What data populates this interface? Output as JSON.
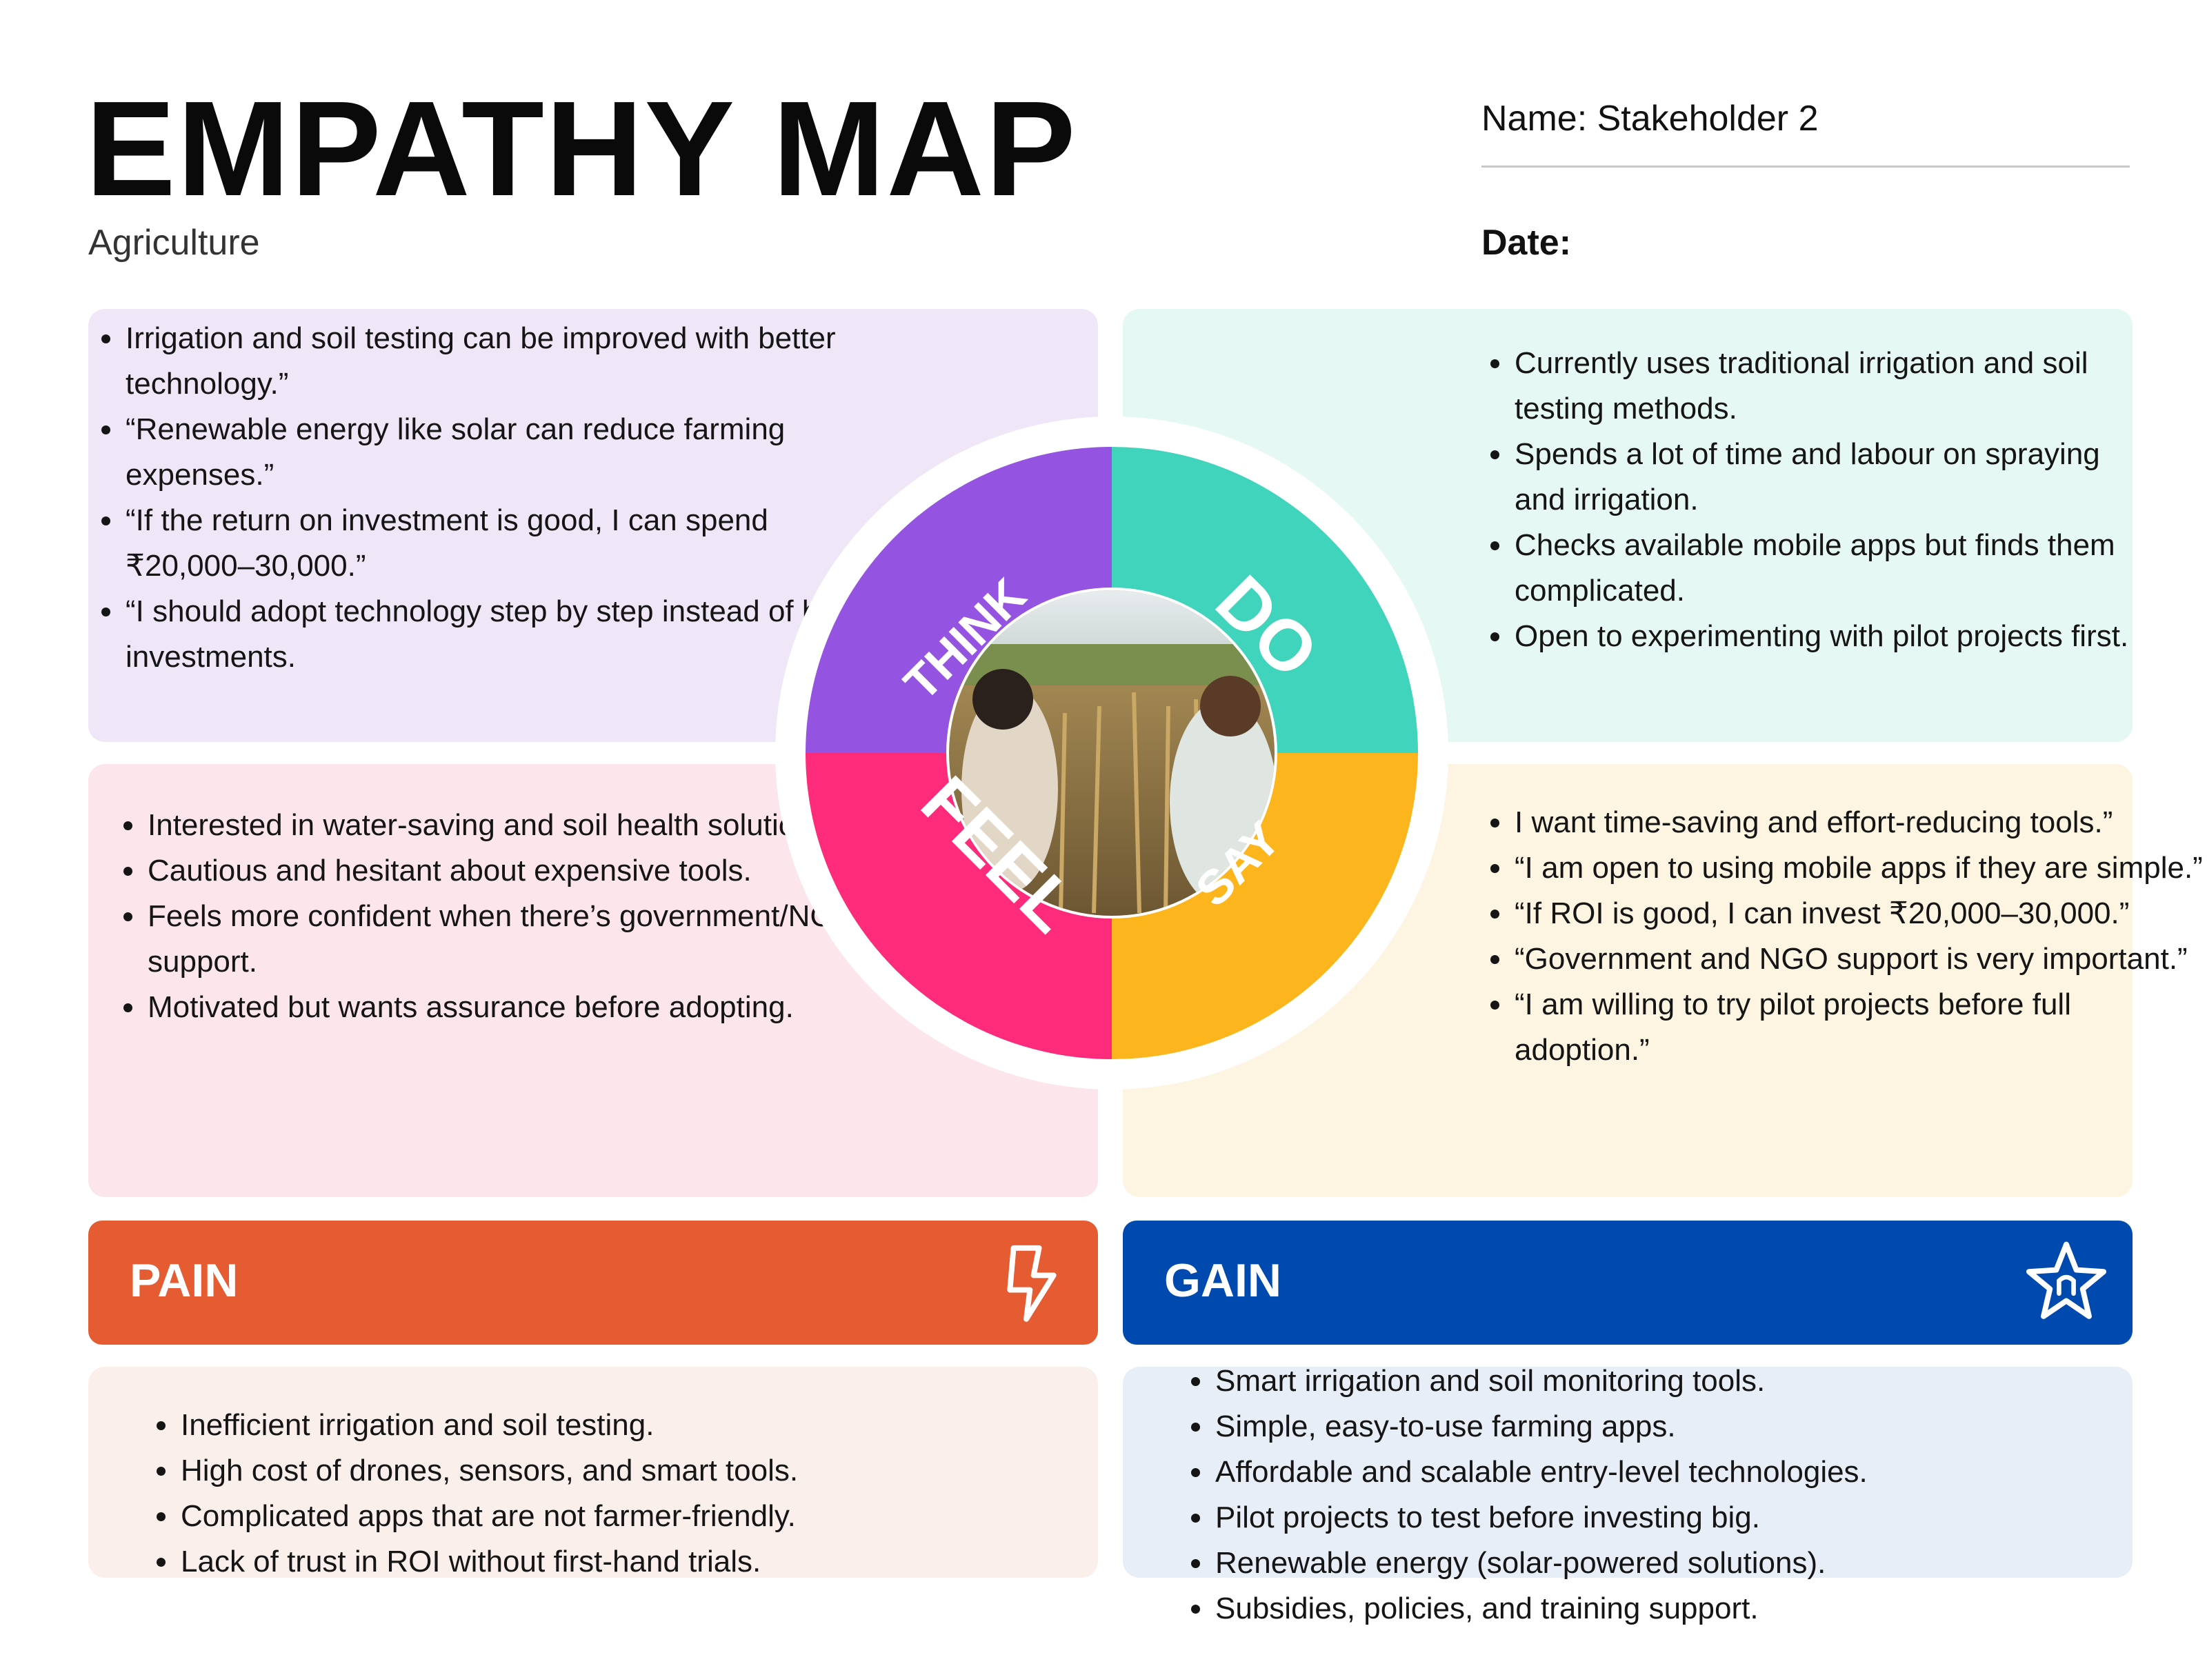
{
  "header": {
    "title": "EMPATHY MAP",
    "subtitle": "Agriculture",
    "name_line": "Name: Stakeholder 2",
    "date_label": "Date:"
  },
  "wheel": {
    "think_label": "THINK",
    "do_label": "DO",
    "feel_label": "FEEL",
    "say_label": "SAY",
    "colors": {
      "think": "#9453e0",
      "do": "#40d4bc",
      "feel": "#fe2a7a",
      "say": "#fdb51d"
    }
  },
  "think": {
    "items": [
      "Irrigation and soil testing can be improved with better technology.”",
      "“Renewable energy like solar can reduce farming expenses.”",
      "“If the return on investment is good, I can spend ₹20,000–30,000.”",
      "“I should adopt technology step by step instead of big investments."
    ]
  },
  "do": {
    "items": [
      "Currently uses traditional irrigation and soil testing methods.",
      "Spends a lot of time and labour on spraying and irrigation.",
      "Checks available mobile apps but finds them complicated.",
      "Open to experimenting with pilot projects first."
    ]
  },
  "feel": {
    "items": [
      "Interested in water-saving and soil health solutions.",
      "Cautious and hesitant about expensive tools.",
      "Feels more confident when there’s government/NGO support.",
      "Motivated but wants assurance before adopting."
    ]
  },
  "say": {
    "items": [
      "I want time-saving and effort-reducing tools.”",
      "“I am open to using mobile apps if they are simple.”",
      "“If ROI is good, I can invest ₹20,000–30,000.”",
      "“Government and NGO support is very important.”",
      "“I am willing to try pilot projects before full adoption.”"
    ]
  },
  "pain": {
    "label": "PAIN",
    "icon": "lightning-bolt-icon",
    "items": [
      "Inefficient irrigation and soil testing.",
      "High cost of drones, sensors, and smart tools.",
      "Complicated apps that are not farmer-friendly.",
      "Lack of trust in ROI without first-hand trials."
    ]
  },
  "gain": {
    "label": "GAIN",
    "icon": "star-icon",
    "items": [
      "Smart irrigation and soil monitoring tools.",
      "Simple, easy-to-use farming apps.",
      "Affordable and scalable entry-level technologies.",
      "Pilot projects to test before investing big.",
      "Renewable energy (solar-powered solutions).",
      "Subsidies, policies, and training support."
    ]
  }
}
